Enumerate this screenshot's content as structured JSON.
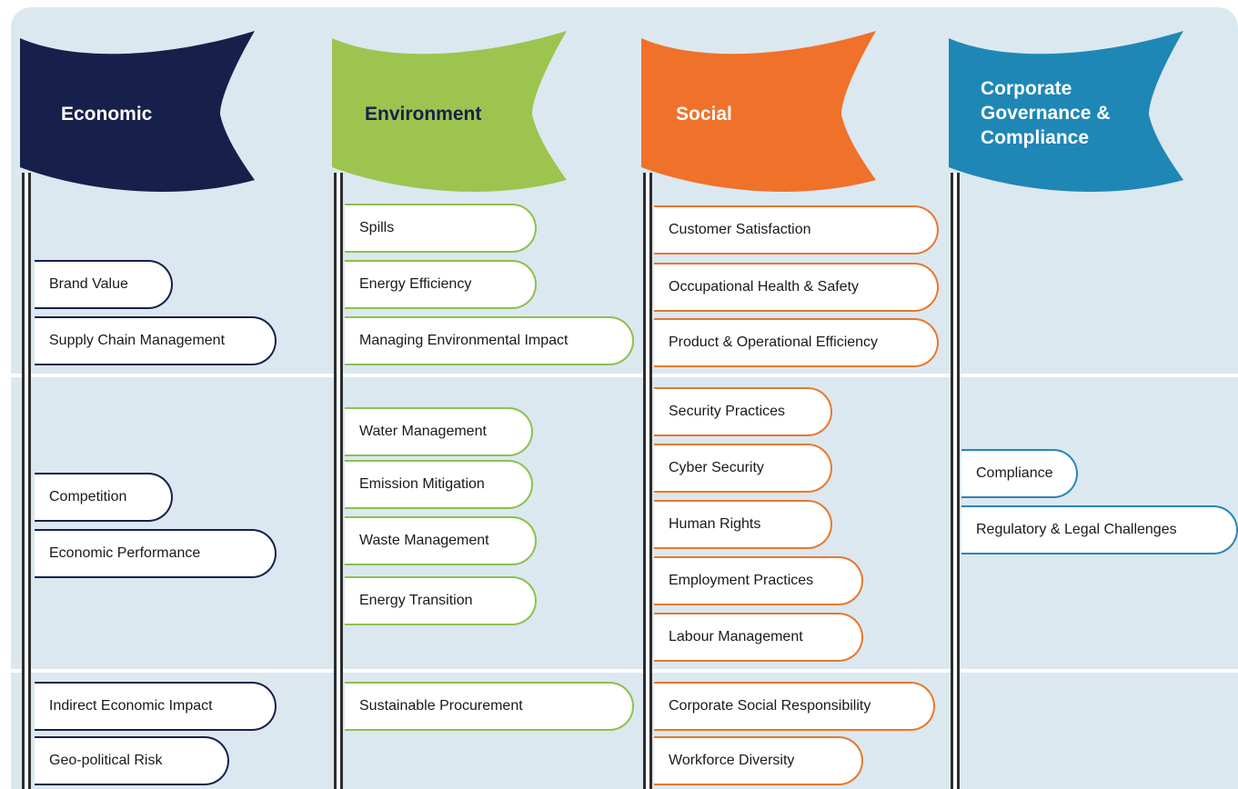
{
  "colors": {
    "background": "#dbe8f0",
    "economic": "#171f4b",
    "environment": "#9dc44e",
    "social": "#f07129",
    "governance": "#1f87b5"
  },
  "pillars": [
    {
      "title": "Economic",
      "items": [
        "Brand Value",
        "Supply Chain Management",
        "Competition",
        "Economic Performance",
        "Indirect Economic Impact",
        "Geo-political Risk"
      ]
    },
    {
      "title": "Environment",
      "items": [
        "Spills",
        "Energy Efficiency",
        "Managing Environmental Impact",
        "Water Management",
        "Emission Mitigation",
        "Waste Management",
        "Energy Transition",
        "Sustainable Procurement"
      ]
    },
    {
      "title": "Social",
      "items": [
        "Customer Satisfaction",
        "Occupational Health & Safety",
        "Product & Operational Efficiency",
        "Security Practices",
        "Cyber Security",
        "Human Rights",
        "Employment Practices",
        "Labour Management",
        "Corporate Social Responsibility",
        "Workforce Diversity"
      ]
    },
    {
      "title": "Corporate Governance & Compliance",
      "items": [
        "Compliance",
        "Regulatory & Legal Challenges"
      ]
    }
  ]
}
